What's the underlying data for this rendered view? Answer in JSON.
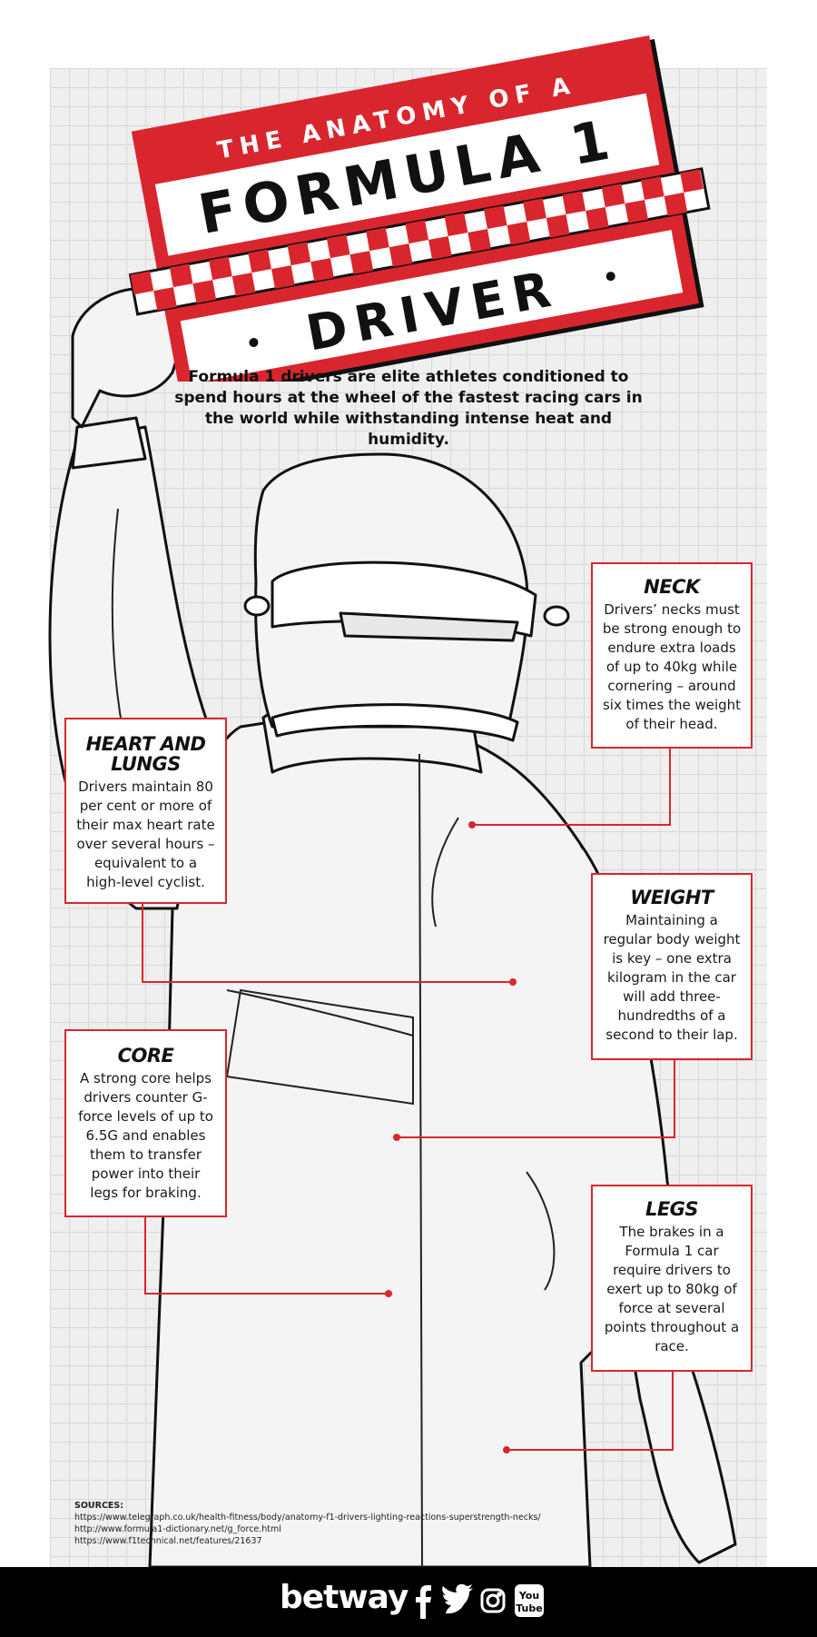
{
  "title": {
    "line1": "THE ANATOMY OF A",
    "line2": "FORMULA 1",
    "line3": "DRIVER"
  },
  "intro": "Formula 1 drivers are elite athletes conditioned to spend hours at the wheel of the fastest racing cars in the world while withstanding intense heat and humidity.",
  "sections": {
    "neck": {
      "title": "NECK",
      "body": "Drivers’ necks must be strong enough to endure extra loads of up to 40kg while cornering – around six times the weight of their head."
    },
    "heart_lungs": {
      "title": "HEART AND LUNGS",
      "body": "Drivers maintain 80 per cent or more of their max heart rate over several hours – equivalent to a high-level cyclist."
    },
    "weight": {
      "title": "WEIGHT",
      "body": "Maintaining a regular body weight is key – one extra kilogram in the car will add three-hundredths of a second to their lap."
    },
    "core": {
      "title": "CORE",
      "body": "A strong core helps drivers counter G-force levels of up to 6.5G and enables them to transfer power into their legs for braking."
    },
    "legs": {
      "title": "LEGS",
      "body": "The brakes in a Formula 1 car require drivers to exert up to 80kg of force at several points throughout a race."
    }
  },
  "sources": {
    "label": "SOURCES:",
    "links": [
      "https://www.telegraph.co.uk/health-fitness/body/anatomy-f1-drivers-lighting-reactions-superstrength-necks/",
      "http://www.formula1-dictionary.net/g_force.html",
      "https://www.f1technical.net/features/21637"
    ]
  },
  "footer": {
    "brand": "betway",
    "icons": [
      "facebook-icon",
      "twitter-icon",
      "instagram-icon",
      "youtube-icon"
    ],
    "youtube_top": "You",
    "youtube_bottom": "Tube"
  },
  "colors": {
    "accent": "#d9262e",
    "dark": "#111111",
    "grid_bg": "#efefef"
  }
}
